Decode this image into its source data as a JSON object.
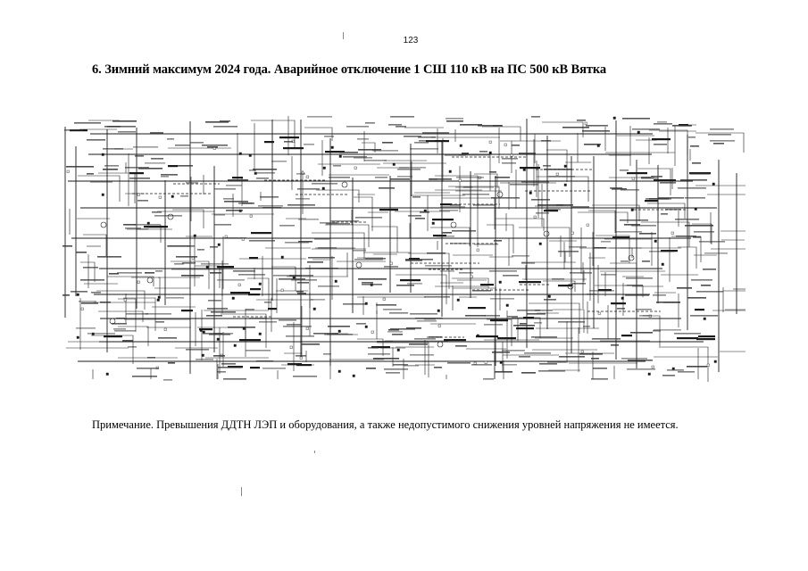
{
  "page": {
    "number": "123",
    "title": "6. Зимний максимум 2024 года. Аварийное отключение 1 СШ 110 кВ на ПС 500 кВ Вятка",
    "note": "Примечание. Превышения ДДТН ЛЭП и оборудования, а также недопустимого снижения уровней напряжения не имеется."
  },
  "diagram": {
    "type": "power-grid-schematic",
    "line_color": "#1a1a1a",
    "label_color": "#333333",
    "background": "#ffffff"
  }
}
